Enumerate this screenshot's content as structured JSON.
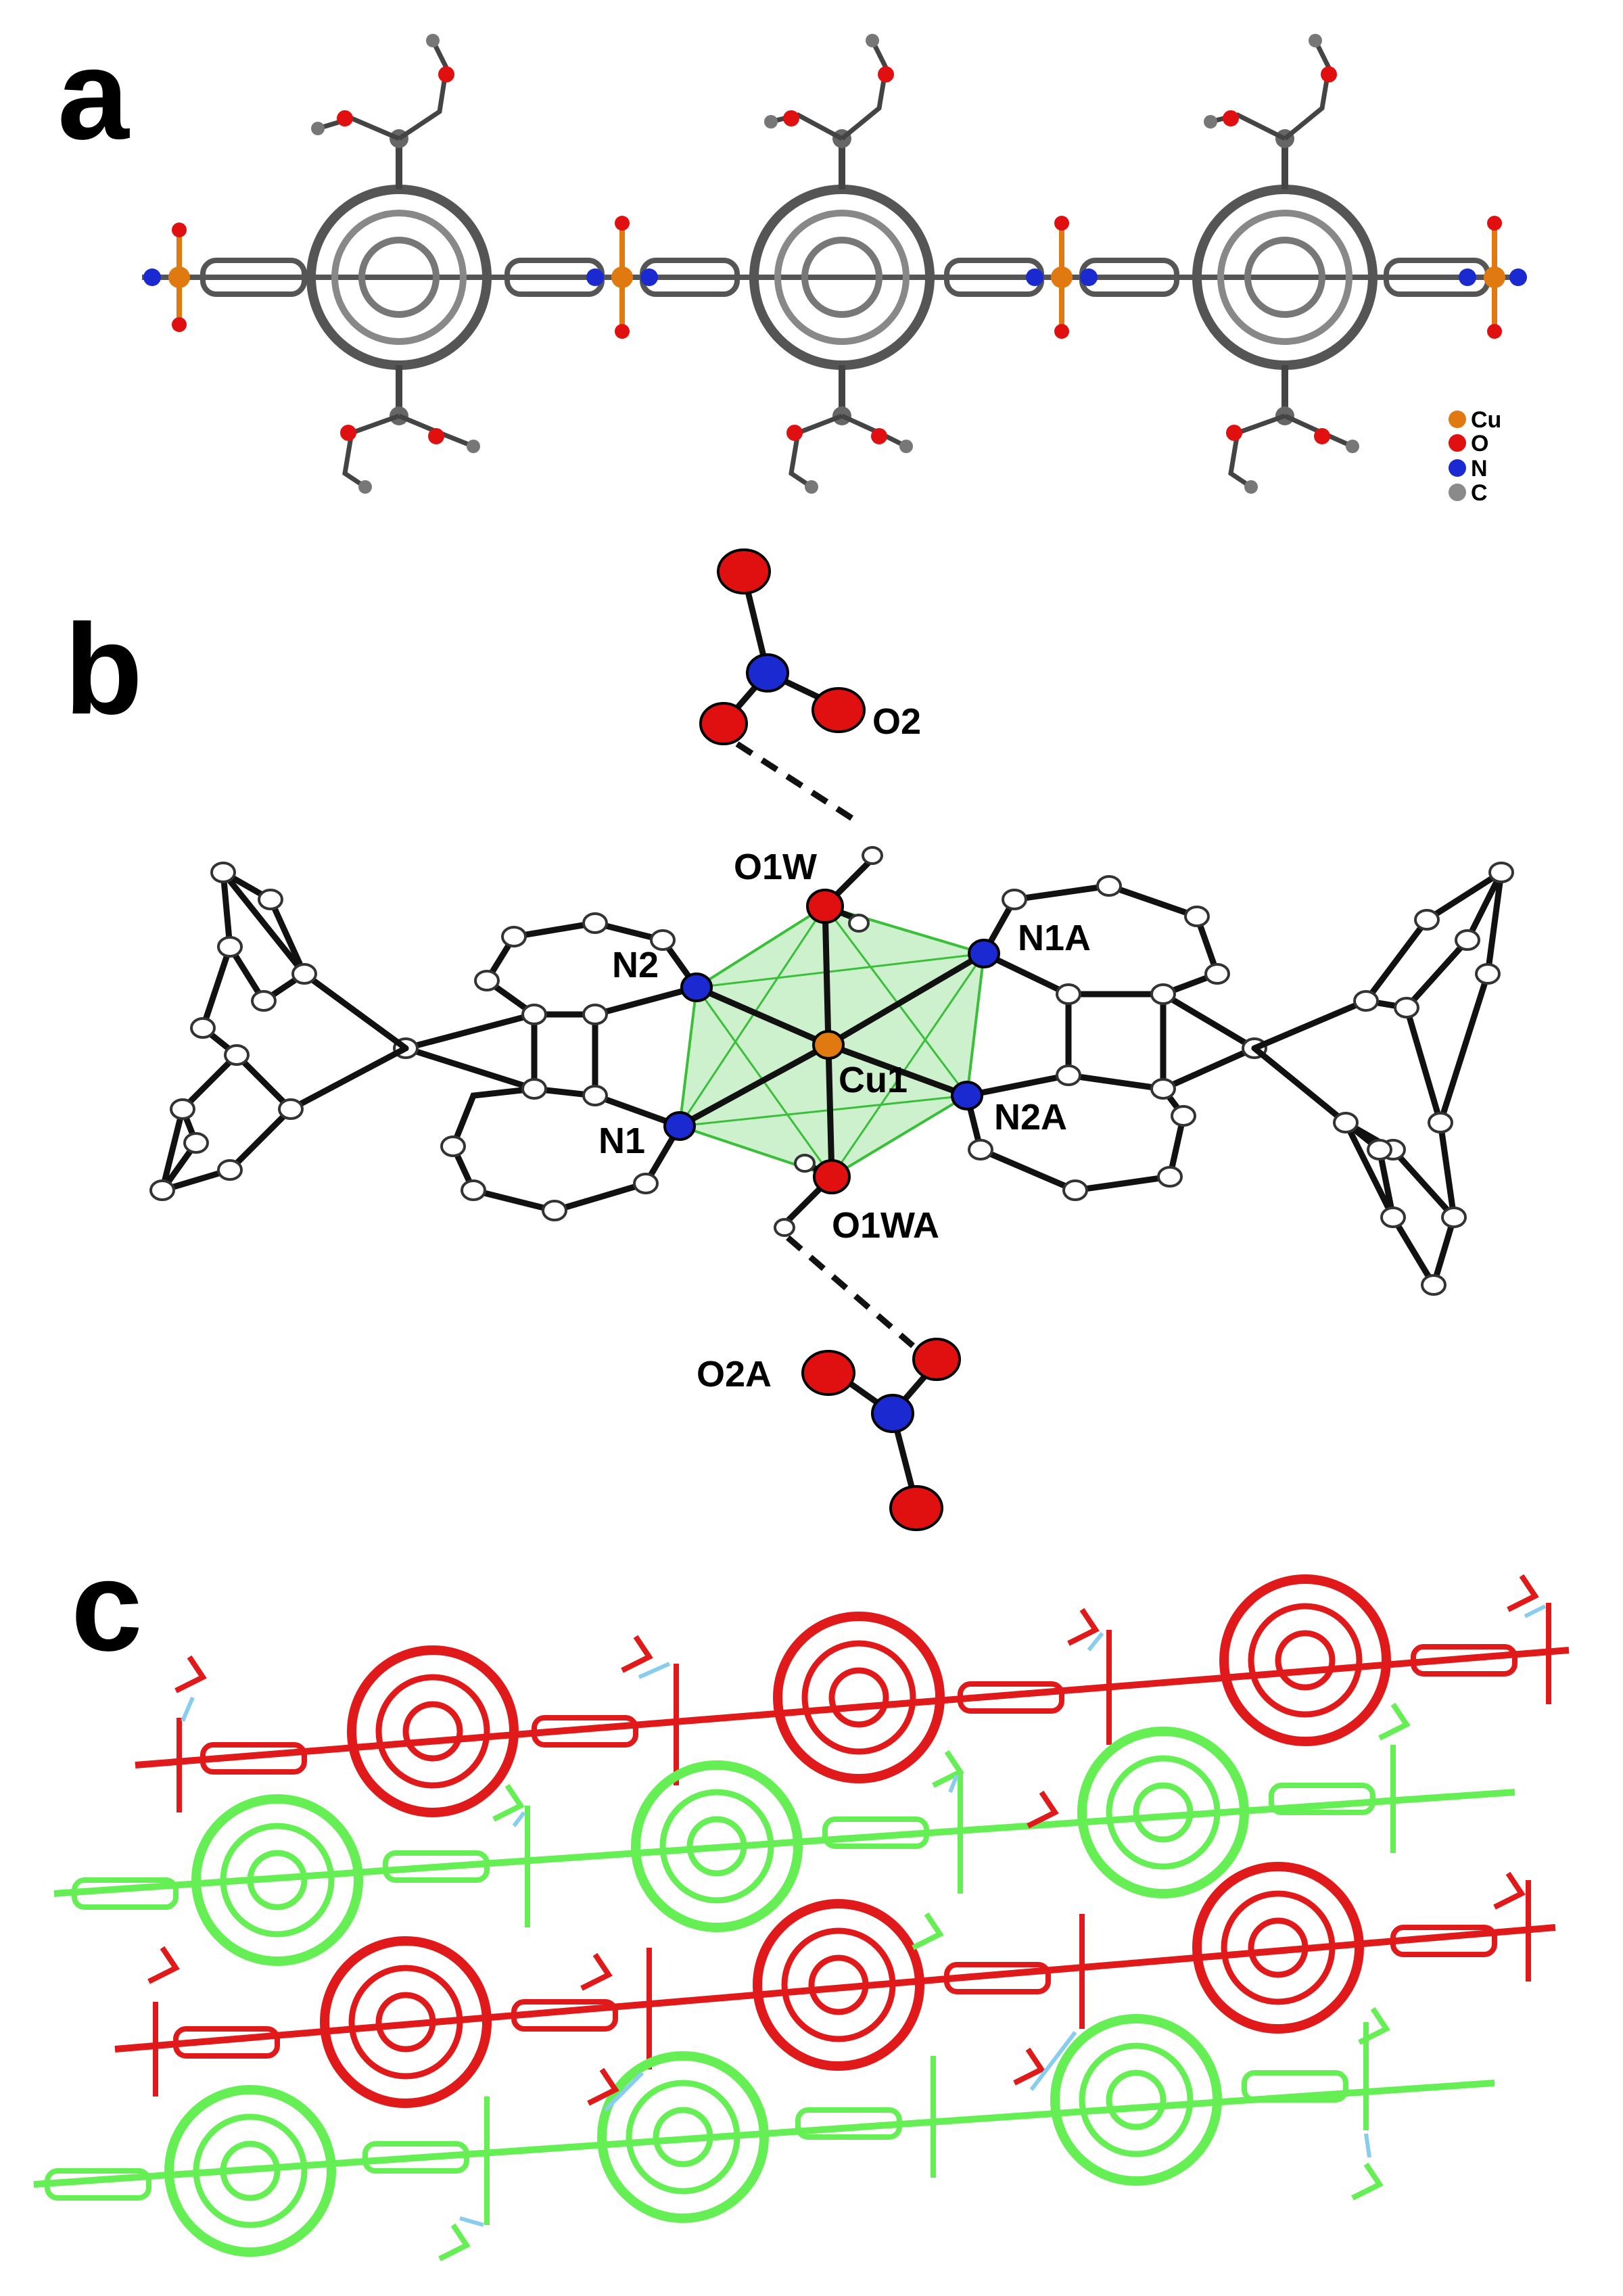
{
  "panels": [
    {
      "id": "a",
      "letter": "a"
    },
    {
      "id": "b",
      "letter": "b"
    },
    {
      "id": "c",
      "letter": "c"
    }
  ],
  "legend": [
    {
      "symbol": "Cu",
      "label": "Cu",
      "color": "#e07a10"
    },
    {
      "symbol": "O",
      "label": "O",
      "color": "#e01010"
    },
    {
      "symbol": "N",
      "label": "N",
      "color": "#1a2ad0"
    },
    {
      "symbol": "C",
      "label": "C",
      "color": "#8a8a8a"
    }
  ],
  "atom_labels": {
    "O2": "O2",
    "O1W": "O1W",
    "N2": "N2",
    "N1A": "N1A",
    "Cu1": "Cu1",
    "N1": "N1",
    "N2A": "N2A",
    "O1WA": "O1WA",
    "O2A": "O2A"
  },
  "colors": {
    "carbon": "#9a9a9a",
    "oxygen": "#e01010",
    "nitrogen": "#1a2ad0",
    "copper": "#e07a10",
    "octahedron": "#8fe08f",
    "chain_red": "#e01a1a",
    "chain_green": "#66ee55",
    "hbond": "#88ccee"
  }
}
